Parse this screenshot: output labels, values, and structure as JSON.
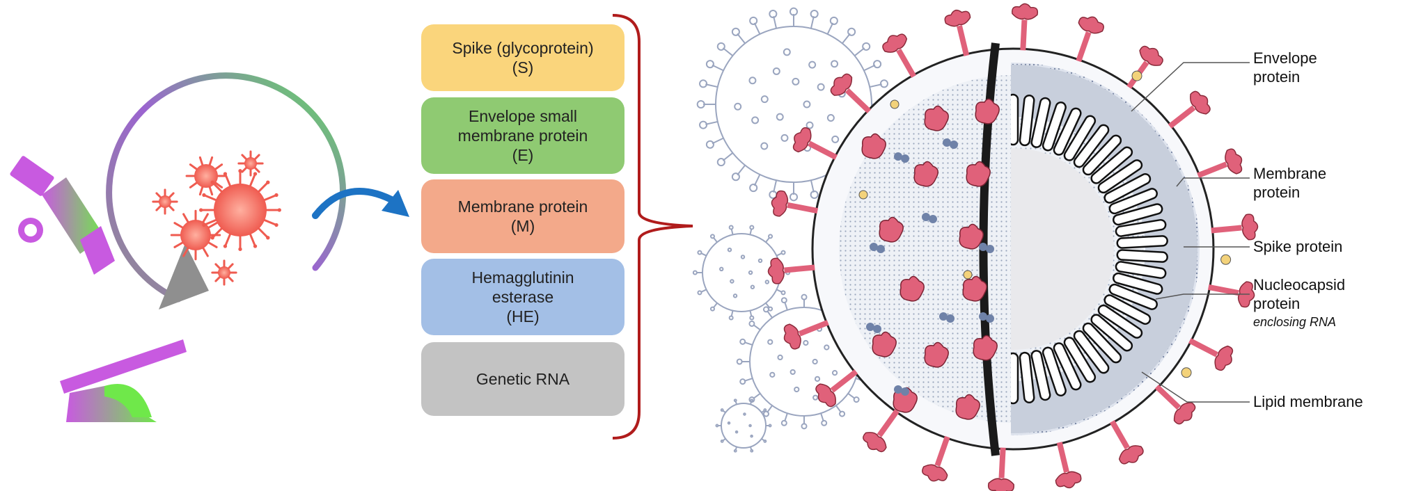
{
  "protein_list": [
    {
      "lines": [
        "Spike (glycoprotein)",
        "(S)"
      ],
      "color": "#fad57c"
    },
    {
      "lines": [
        "Envelope small",
        "membrane protein",
        "(E)"
      ],
      "color": "#8fca72"
    },
    {
      "lines": [
        "Membrane protein",
        "(M)"
      ],
      "color": "#f3a98a"
    },
    {
      "lines": [
        "Hemagglutinin",
        "esterase",
        "(HE)"
      ],
      "color": "#a3bfe6"
    },
    {
      "lines": [
        "Genetic RNA"
      ],
      "color": "#c3c3c3"
    }
  ],
  "structure_labels": {
    "envelope": [
      "Envelope",
      "protein"
    ],
    "membrane": [
      "Membrane",
      "protein"
    ],
    "spike": "Spike protein",
    "nucleocapsid": [
      "Nucleocapsid",
      "protein"
    ],
    "nucleocapsid_note": "enclosing RNA",
    "lipid": "Lipid membrane"
  },
  "colors": {
    "spike_pink": "#e0617a",
    "spike_dark": "#1a1a1a",
    "membrane_blue": "#6f82a8",
    "yellow_dot": "#f3d27a",
    "bracket": "#b01c1c",
    "arrow": "#1d73c4",
    "microscope_purple": "#c85ae0",
    "microscope_green": "#6fe84a"
  }
}
